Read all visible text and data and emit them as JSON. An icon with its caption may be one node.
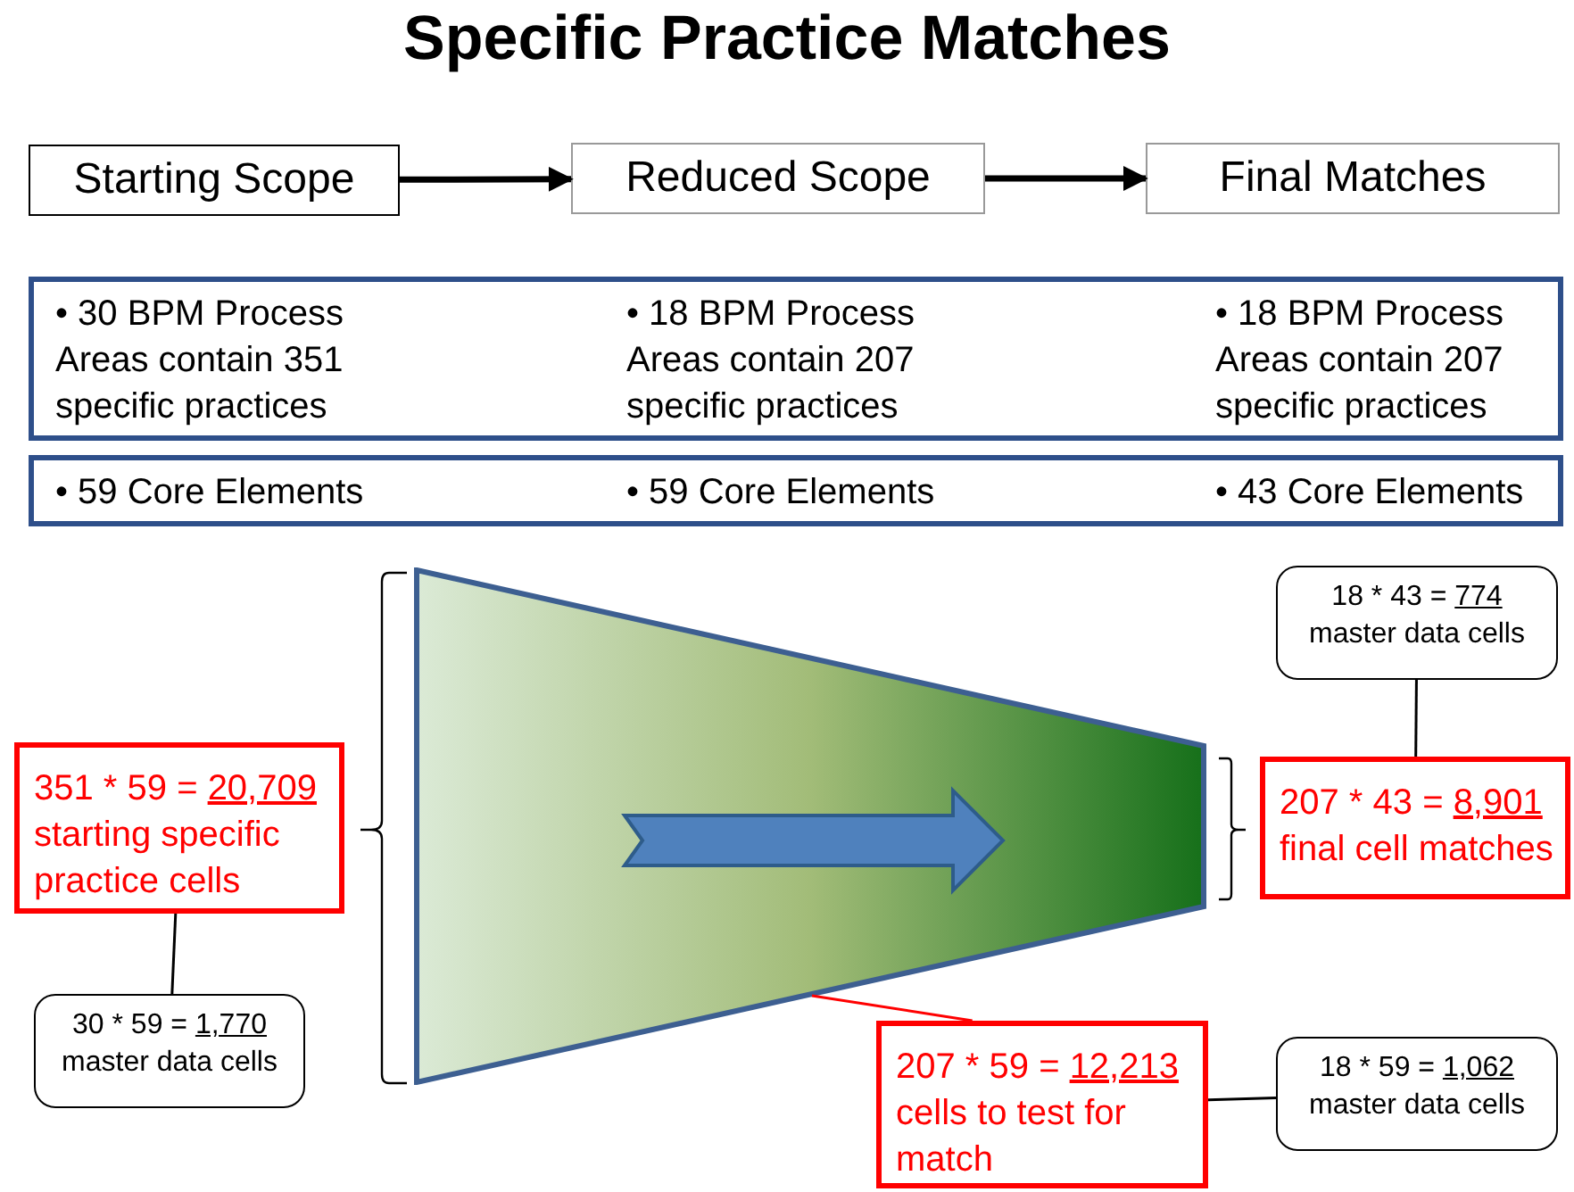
{
  "diagram": {
    "title": "Specific Practice Matches",
    "nodes": [
      {
        "text": [
          "Starting Scope"
        ]
      },
      {
        "text": [
          "Reduced Scope"
        ]
      },
      {
        "text": [
          "Final Matches"
        ]
      },
      {
        "text": [
          "• 30 BPM Process Areas contain 351 specific practices",
          "• 18 BPM Process Areas contain 207 specific practices",
          "• 18 BPM Process Areas contain 207 specific practices"
        ]
      },
      {
        "text": [
          "• 59 Core Elements",
          "• 59 Core Elements",
          "• 43 Core Elements"
        ]
      },
      {
        "text": [],
        "shape": "trapezoid"
      },
      {
        "text": [
          "351 * 59 = 20,709",
          "starting specific practice cells"
        ]
      },
      {
        "text": [
          "30 * 59 = 1,770",
          "master data cells"
        ]
      },
      {
        "text": [
          "18 * 43 = 774",
          "master data cells"
        ]
      },
      {
        "text": [
          "207 * 43 = 8,901",
          "final cell matches"
        ]
      },
      {
        "text": [
          "207 * 59 = 12,213",
          "cells to test for match"
        ]
      },
      {
        "text": [
          "18 * 59 = 1,062",
          "master data cells"
        ]
      }
    ],
    "edges": [
      {
        "from": 0,
        "to": 1,
        "arrow": "to",
        "style": "thick"
      },
      {
        "from": 1,
        "to": 2,
        "arrow": "to",
        "style": "thick"
      },
      {
        "from": 7,
        "to": 6,
        "arrow": "none"
      },
      {
        "from": 8,
        "to": 9,
        "arrow": "none"
      },
      {
        "from": 5,
        "to": 10,
        "arrow": "none",
        "color": "#ff0000"
      },
      {
        "from": 11,
        "to": 10,
        "arrow": "none"
      }
    ]
  }
}
